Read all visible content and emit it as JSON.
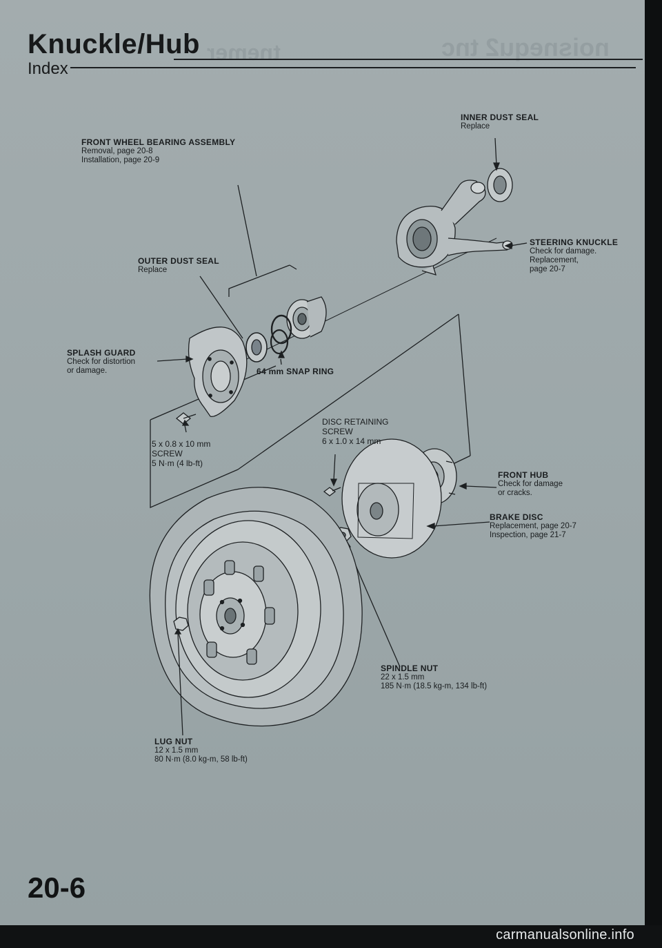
{
  "page": {
    "title": "Knuckle/Hub",
    "subtitle": "Index",
    "page_number": "20-6",
    "watermark": "carmanualsonline.info"
  },
  "labels": {
    "front_wheel_bearing": {
      "heading": "FRONT WHEEL BEARING ASSEMBLY",
      "lines": [
        "Removal, page 20-8",
        "Installation, page 20-9"
      ]
    },
    "inner_dust_seal": {
      "heading": "INNER DUST SEAL",
      "lines": [
        "Replace"
      ]
    },
    "steering_knuckle": {
      "heading": "STEERING KNUCKLE",
      "lines": [
        "Check for damage.",
        "Replacement,",
        "page 20-7"
      ]
    },
    "outer_dust_seal": {
      "heading": "OUTER DUST SEAL",
      "lines": [
        "Replace"
      ]
    },
    "splash_guard": {
      "heading": "SPLASH GUARD",
      "lines": [
        "Check for distortion",
        "or damage."
      ]
    },
    "snap_ring": {
      "heading": "64 mm SNAP RING"
    },
    "screw": {
      "lines": [
        "5 x 0.8 x 10 mm",
        "SCREW",
        "5 N·m (4 lb-ft)"
      ]
    },
    "disc_retaining_screw": {
      "lines": [
        "DISC RETAINING",
        "SCREW",
        "6 x 1.0 x 14 mm"
      ]
    },
    "front_hub": {
      "heading": "FRONT HUB",
      "lines": [
        "Check for damage",
        "or cracks."
      ]
    },
    "brake_disc": {
      "heading": "BRAKE DISC",
      "lines": [
        "Replacement, page 20-7",
        "Inspection, page 21-7"
      ]
    },
    "spindle_nut": {
      "heading": "SPINDLE NUT",
      "lines": [
        "22 x 1.5 mm",
        "185 N·m (18.5 kg-m, 134 lb-ft)"
      ]
    },
    "lug_nut": {
      "heading": "LUG NUT",
      "lines": [
        "12 x 1.5 mm",
        "80 N·m (8.0 kg-m, 58 lb-ft)"
      ]
    }
  }
}
